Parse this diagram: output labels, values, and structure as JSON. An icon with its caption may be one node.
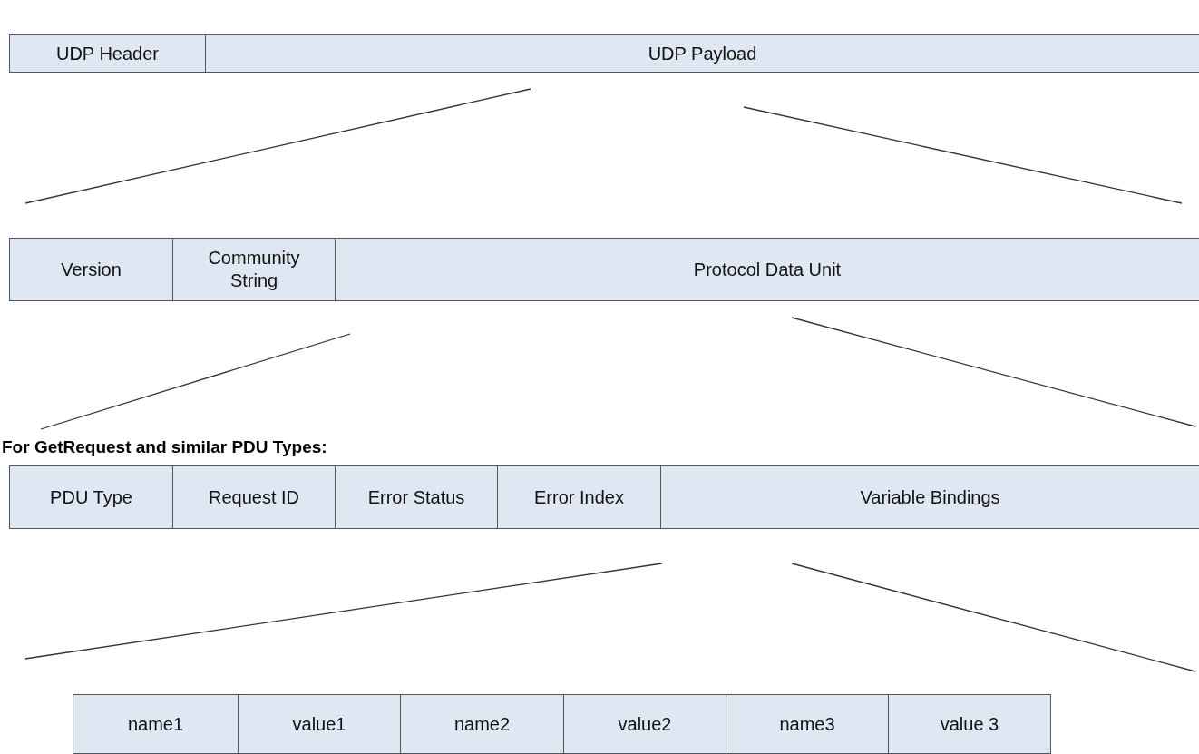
{
  "diagram": {
    "nodes": [
      {
        "text": [
          "UDP Header"
        ]
      },
      {
        "text": [
          "UDP Payload"
        ]
      },
      {
        "text": [
          "Version"
        ]
      },
      {
        "text": [
          "Community String"
        ]
      },
      {
        "text": [
          "Protocol Data Unit"
        ]
      },
      {
        "text": [
          "PDU Type"
        ]
      },
      {
        "text": [
          "Request ID"
        ]
      },
      {
        "text": [
          "Error Status"
        ]
      },
      {
        "text": [
          "Error Index"
        ]
      },
      {
        "text": [
          "Variable Bindings"
        ]
      },
      {
        "text": [
          "name1"
        ]
      },
      {
        "text": [
          "value1"
        ]
      },
      {
        "text": [
          "name2"
        ]
      },
      {
        "text": [
          "value2"
        ]
      },
      {
        "text": [
          "name3"
        ]
      },
      {
        "text": [
          "value 3"
        ]
      }
    ],
    "labels": [
      "For GetRequest and similar PDU Types:"
    ]
  }
}
